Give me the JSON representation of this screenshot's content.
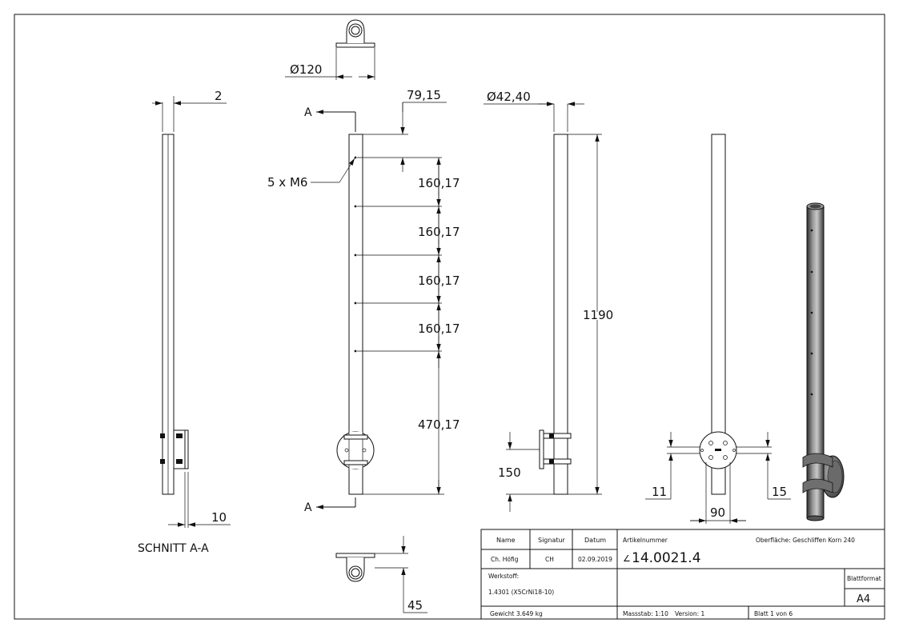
{
  "dimensions": {
    "d_base": "Ø120",
    "wall": "2",
    "hole_offset": "79,15",
    "d_tube": "Ø42,40",
    "threads": "5 x M6",
    "pitch1": "160,17",
    "pitch2": "160,17",
    "pitch3": "160,17",
    "pitch4": "160,17",
    "bottom_gap": "470,17",
    "height": "1190",
    "bracket_h": "150",
    "flange_t": "10",
    "side_11": "11",
    "side_15": "15",
    "width_90": "90",
    "base_45": "45"
  },
  "labels": {
    "section_a_top": "A",
    "section_a_bottom": "A",
    "section_title": "SCHNITT A-A"
  },
  "title_block": {
    "name_header": "Name",
    "signatur_header": "Signatur",
    "datum_header": "Datum",
    "name_value": "Ch. Höfig",
    "signatur_value": "CH",
    "datum_value": "02.09.2019",
    "artikel_label": "Artikelnummer",
    "artikel_prefix": "∠",
    "artikel_value": "14.0021.4",
    "oberflaeche": "Oberfläche:  Geschliffen Korn 240",
    "werkstoff_label": "Werkstoff:",
    "werkstoff_value": "1.4301 (X5CrNi18-10)",
    "blattformat_label": "Blattformat",
    "blattformat_value": "A4",
    "gewicht": "Gewicht 3.649 kg",
    "massstab": "Massstab: 1:10",
    "version": "Version: 1",
    "blatt": "Blatt 1 von 6"
  },
  "colors": {
    "line": "#111111",
    "tube_shade_dark": "#3a3a3a",
    "tube_shade_light": "#b8b8b8"
  }
}
